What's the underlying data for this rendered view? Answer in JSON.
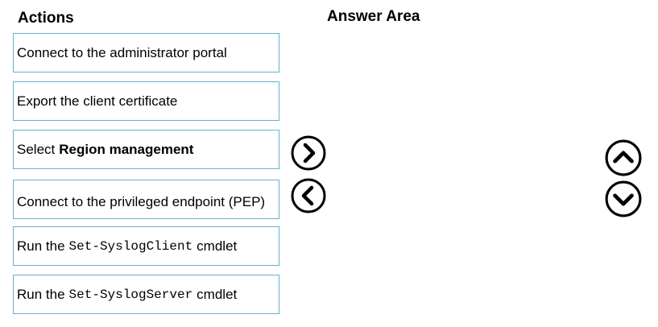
{
  "actions_title": "Actions",
  "answer_title": "Answer Area",
  "actions": [
    {
      "text": "Connect to the administrator portal"
    },
    {
      "text": "Export the client certificate"
    },
    {
      "prefix": "Select",
      "bold": "Region management"
    },
    {
      "text": "Connect to the privileged endpoint (PEP)"
    },
    {
      "prefix": "Run the",
      "code": "Set-SyslogClient",
      "suffix": "cmdlet"
    },
    {
      "prefix": "Run the",
      "code": "Set-SyslogServer",
      "suffix": "cmdlet"
    }
  ],
  "controls": {
    "move_right": "chevron-right-icon",
    "move_left": "chevron-left-icon",
    "move_up": "chevron-up-icon",
    "move_down": "chevron-down-icon"
  },
  "colors": {
    "box_border": "#66b2cc",
    "text": "#000000",
    "background": "#ffffff"
  }
}
